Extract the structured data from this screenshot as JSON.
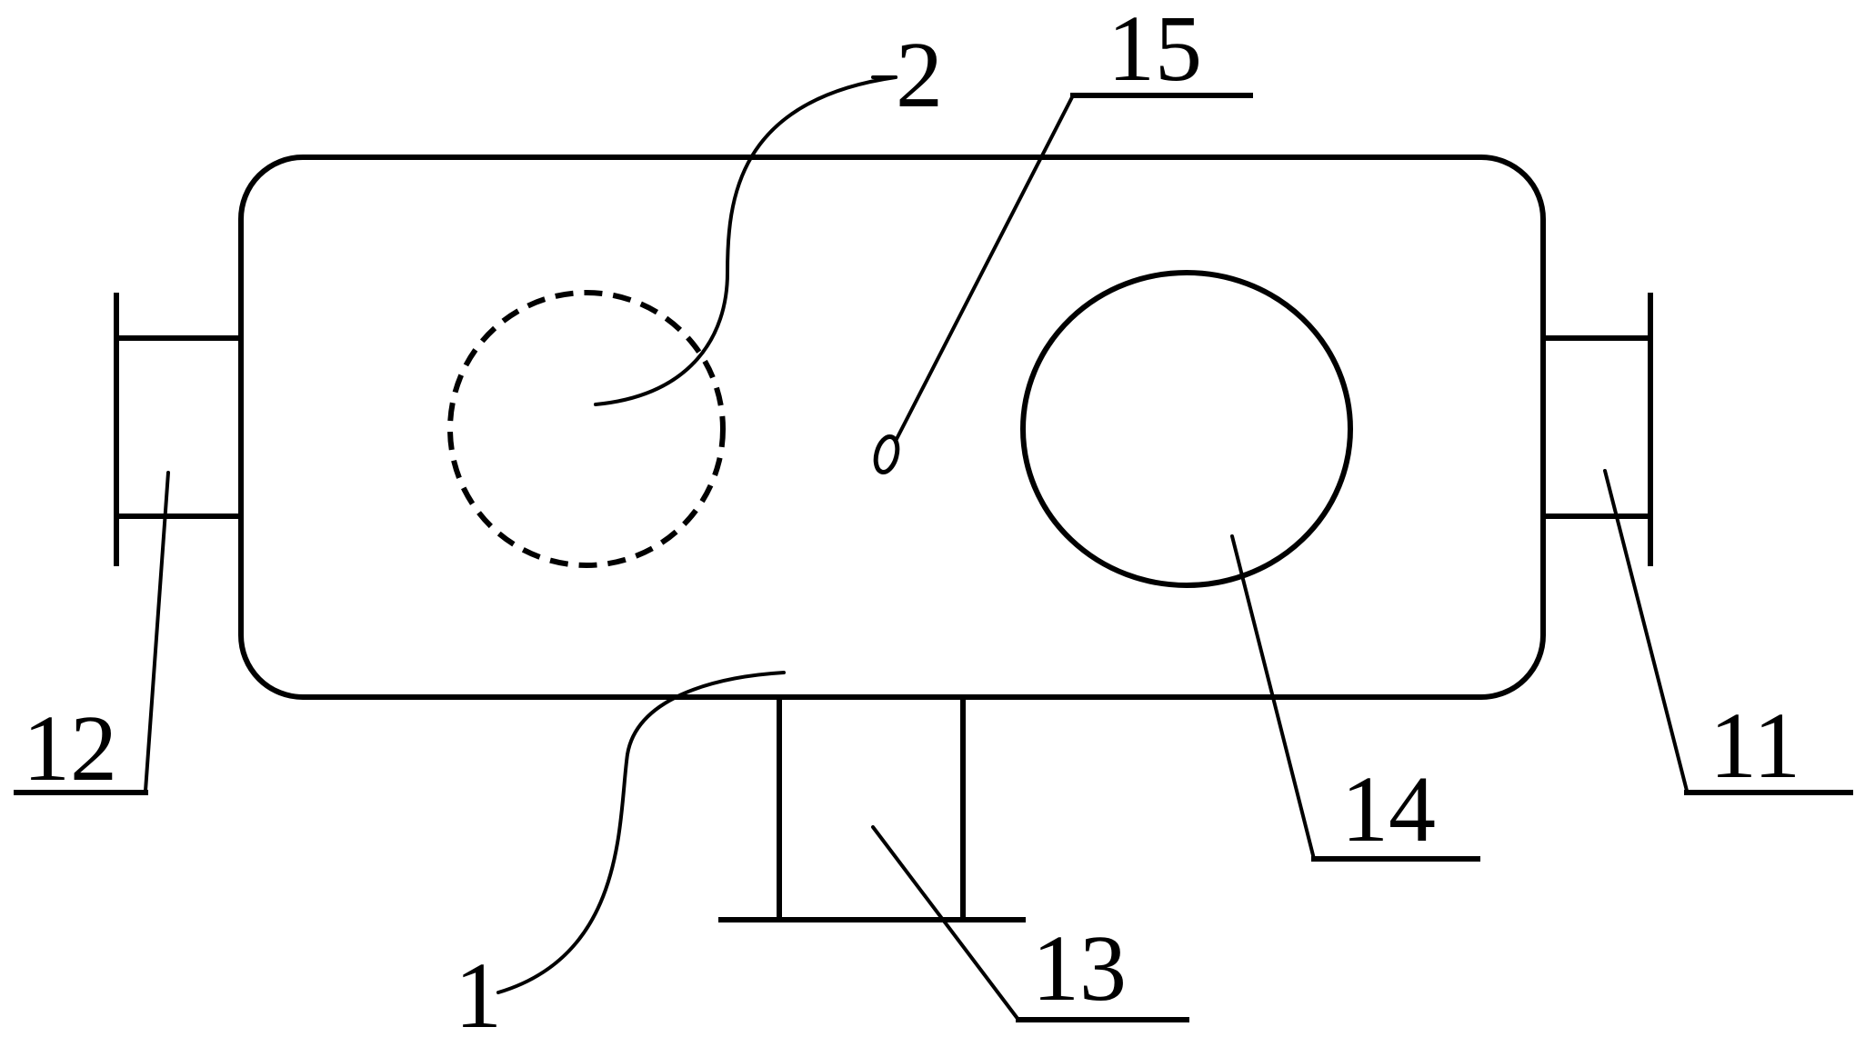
{
  "labels": {
    "l1": "1",
    "l2": "2",
    "l11": "11",
    "l12": "12",
    "l13": "13",
    "l14": "14",
    "l15": "15"
  },
  "colors": {
    "line": "#000000",
    "background": "#ffffff"
  }
}
